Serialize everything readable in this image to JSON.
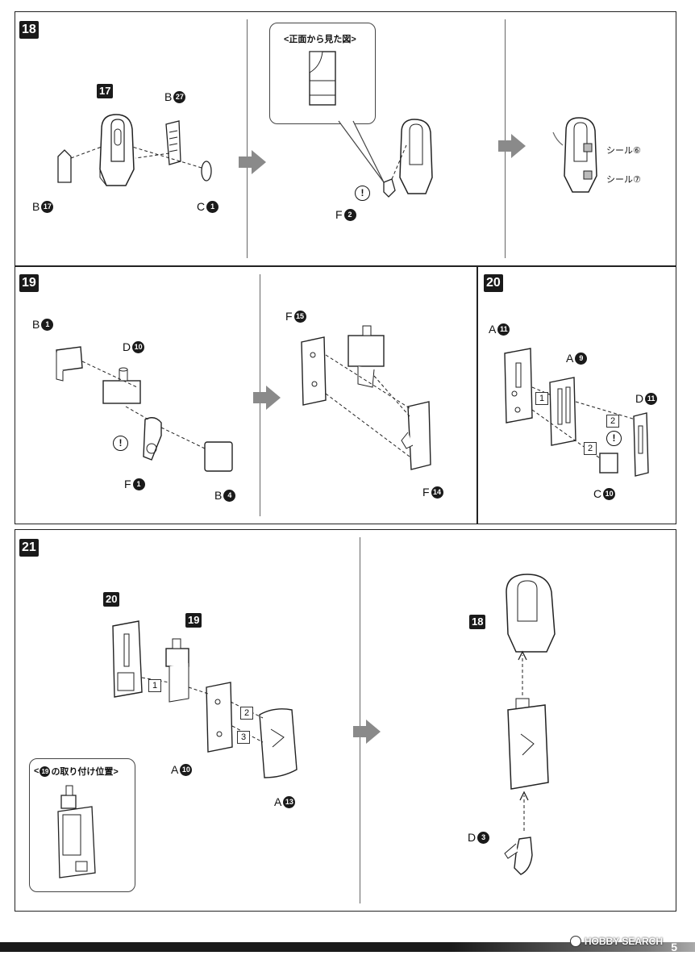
{
  "steps": {
    "s18": {
      "number": "18",
      "sub_label": "17",
      "view_title": "<正面から見た図>",
      "parts": {
        "b27": {
          "letter": "B",
          "num": "27"
        },
        "b17": {
          "letter": "B",
          "num": "17"
        },
        "c1": {
          "letter": "C",
          "num": "1"
        },
        "f2": {
          "letter": "F",
          "num": "2"
        }
      },
      "seals": {
        "seal6": "シール⑥",
        "seal7": "シール⑦"
      }
    },
    "s19": {
      "number": "19",
      "parts": {
        "b1": {
          "letter": "B",
          "num": "1"
        },
        "d10": {
          "letter": "D",
          "num": "10"
        },
        "f1": {
          "letter": "F",
          "num": "1"
        },
        "b4": {
          "letter": "B",
          "num": "4"
        },
        "f15": {
          "letter": "F",
          "num": "15"
        },
        "f14": {
          "letter": "F",
          "num": "14"
        }
      }
    },
    "s20": {
      "number": "20",
      "parts": {
        "a11": {
          "letter": "A",
          "num": "11"
        },
        "a9": {
          "letter": "A",
          "num": "9"
        },
        "d11": {
          "letter": "D",
          "num": "11"
        },
        "c10": {
          "letter": "C",
          "num": "10"
        }
      },
      "order": {
        "o1": "1",
        "o2a": "2",
        "o2b": "2"
      }
    },
    "s21": {
      "number": "21",
      "sub20": "20",
      "sub19": "19",
      "sub18": "18",
      "view_title_prefix": "<",
      "view_title_num": "19",
      "view_title_rest": "の取り付け位置>",
      "parts": {
        "a10": {
          "letter": "A",
          "num": "10"
        },
        "a13": {
          "letter": "A",
          "num": "13"
        },
        "d3": {
          "letter": "D",
          "num": "3"
        }
      },
      "order": {
        "o1": "1",
        "o2": "2",
        "o3": "3"
      }
    }
  },
  "caution_mark": "!",
  "footer": {
    "watermark": "HOBBY SEARCH",
    "page_number": "5"
  },
  "colors": {
    "ink": "#1a1a1a",
    "arrow_gray": "#8a8a8a"
  }
}
